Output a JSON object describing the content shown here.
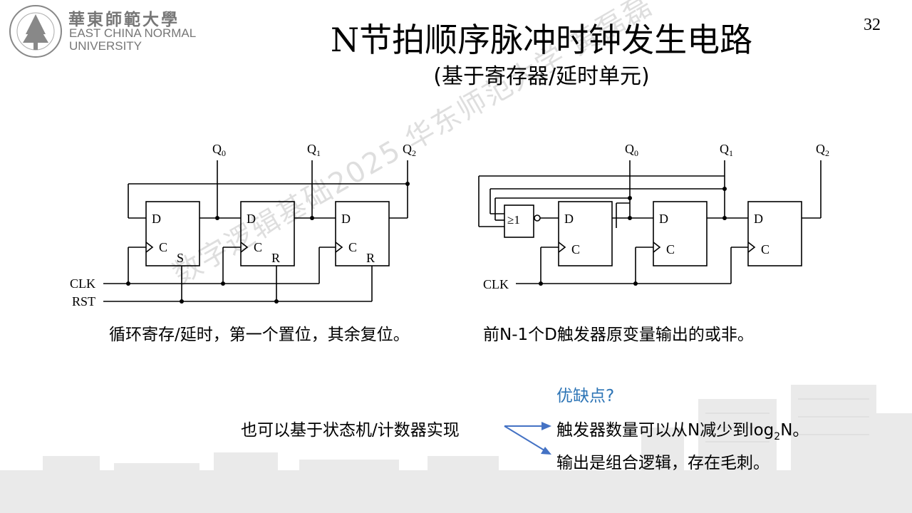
{
  "logo": {
    "cn": "華東師範大學",
    "en_line1": "EAST CHINA NORMAL",
    "en_line2": "UNIVERSITY",
    "emblem_icon": "ecnu-emblem-icon"
  },
  "page_number": "32",
  "title": "N节拍顺序脉冲时钟发生电路",
  "subtitle": "(基于寄存器/延时单元)",
  "circuit1": {
    "outputs": [
      "Q",
      "Q",
      "Q"
    ],
    "output_subs": [
      "0",
      "1",
      "2"
    ],
    "clk_label": "CLK",
    "rst_label": "RST",
    "ff_d": "D",
    "ff_c": "C",
    "ff_pins": [
      "S",
      "R",
      "R"
    ],
    "caption": "循环寄存/延时，第一个置位，其余复位。"
  },
  "circuit2": {
    "outputs": [
      "Q",
      "Q",
      "Q"
    ],
    "output_subs": [
      "0",
      "1",
      "2"
    ],
    "clk_label": "CLK",
    "nor_label": "≥1",
    "ff_d": "D",
    "ff_c": "C",
    "caption": "前N-1个D触发器原变量输出的或非。"
  },
  "notes": {
    "question": "优缺点?",
    "left": "也可以基于状态机/计数器实现",
    "right1_pre": "触发器数量可以从N减少到log",
    "right1_sub": "2",
    "right1_post": "N。",
    "right2": "输出是组合逻辑，存在毛刺。"
  },
  "watermark": "数字逻辑基础2025 华东师范大学 黄磊磊",
  "colors": {
    "accent": "#2e75b6",
    "logo_gray": "#777777"
  }
}
